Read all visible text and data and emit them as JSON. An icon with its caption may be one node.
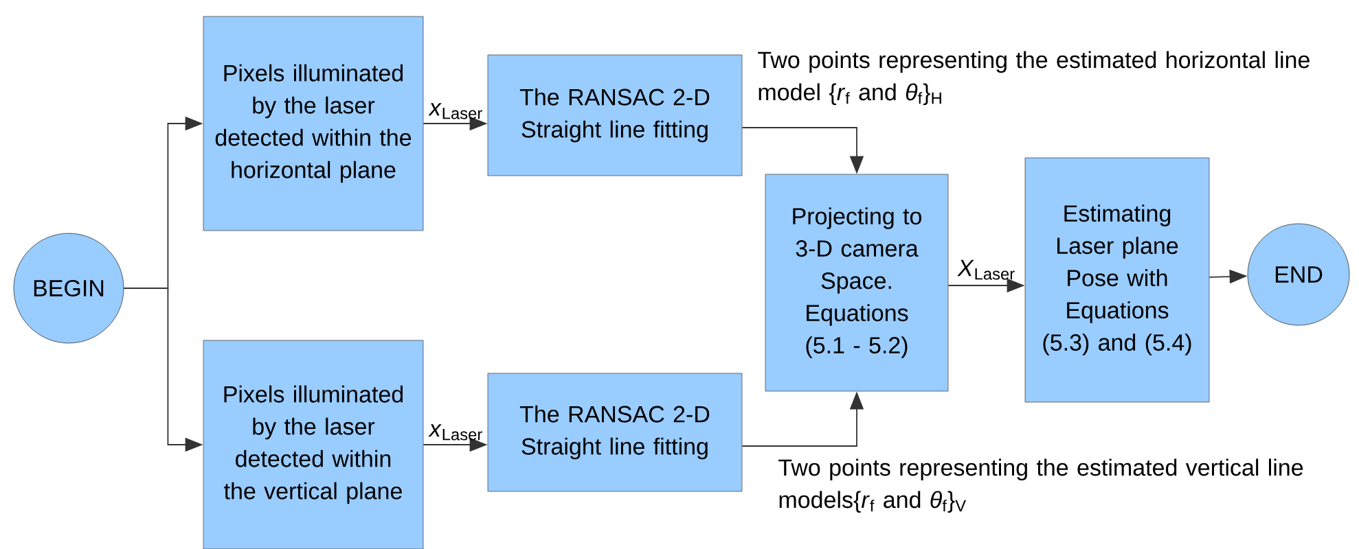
{
  "diagram": {
    "nodes": [
      {
        "text": [
          "BEGIN"
        ]
      },
      {
        "text": [
          "Pixels illuminated by the laser detected within the horizontal plane"
        ]
      },
      {
        "text": [
          "Pixels illuminated by the laser detected within the vertical plane"
        ]
      },
      {
        "text": [
          "The RANSAC 2-D Straight line fitting"
        ]
      },
      {
        "text": [
          "The RANSAC 2-D Straight line fitting"
        ]
      },
      {
        "text": [
          "Projecting to 3-D camera Space. Equations (5.1 - 5.2)"
        ]
      },
      {
        "text": [
          "Estimating Laser plane Pose with Equations (5.3) and (5.4)"
        ]
      },
      {
        "text": [
          "END"
        ]
      }
    ],
    "edges": [
      {
        "from": 0,
        "to": 1,
        "arrow": "to"
      },
      {
        "from": 0,
        "to": 2,
        "arrow": "to"
      },
      {
        "from": 1,
        "to": 3,
        "arrow": "to",
        "label": "*x*$_{Laser}$"
      },
      {
        "from": 2,
        "to": 4,
        "arrow": "to",
        "label": "*x*$_{Laser}$"
      },
      {
        "from": 3,
        "to": 5,
        "arrow": "to",
        "label": "Two points representing the estimated horizontal line model {*r*$_{f}$ and *θ*$_{f}$}$_{H}$"
      },
      {
        "from": 4,
        "to": 5,
        "arrow": "to",
        "label": "Two points representing the estimated vertical line models{*r*$_{f}$ and *θ*$_{f}$}$_{V}$"
      },
      {
        "from": 5,
        "to": 6,
        "arrow": "to",
        "label": "*X*$_{Laser}$"
      },
      {
        "from": 6,
        "to": 7,
        "arrow": "to"
      }
    ]
  }
}
